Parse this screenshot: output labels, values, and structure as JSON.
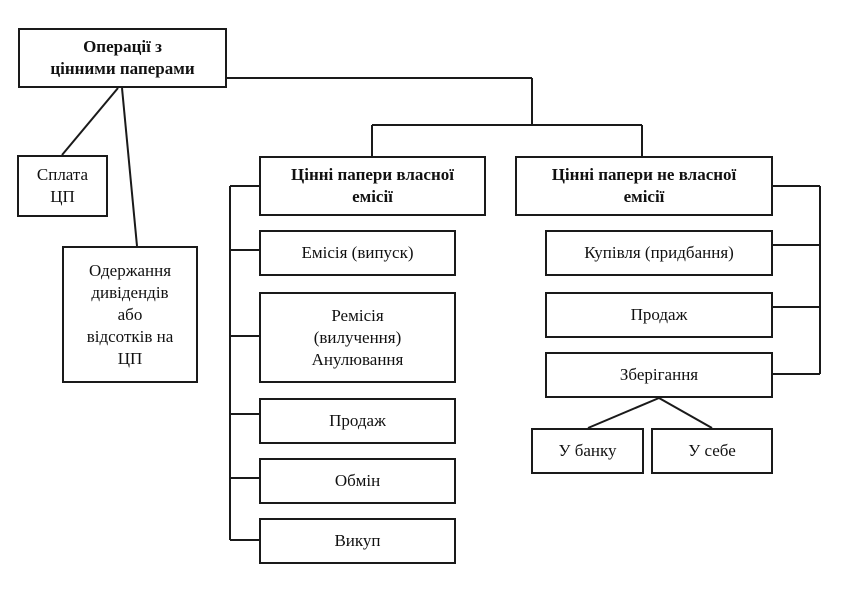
{
  "root": {
    "label": "Операції з\nцінними паперами"
  },
  "left_items": {
    "payment": "Сплата\nЦП",
    "dividends": "Одержання\nдивідендів\nабо\nвідсотків на\nЦП"
  },
  "own": {
    "header": "Цінні папери власної\nемісії",
    "items": [
      "Емісія (випуск)",
      "Ремісія\n(вилучення)\nАнулювання",
      "Продаж",
      "Обмін",
      "Викуп"
    ]
  },
  "foreign": {
    "header": "Цінні папери не власної\nемісії",
    "items": [
      "Купівля (придбання)",
      "Продаж",
      "Зберігання"
    ],
    "storage": [
      "У банку",
      "У себе"
    ]
  }
}
